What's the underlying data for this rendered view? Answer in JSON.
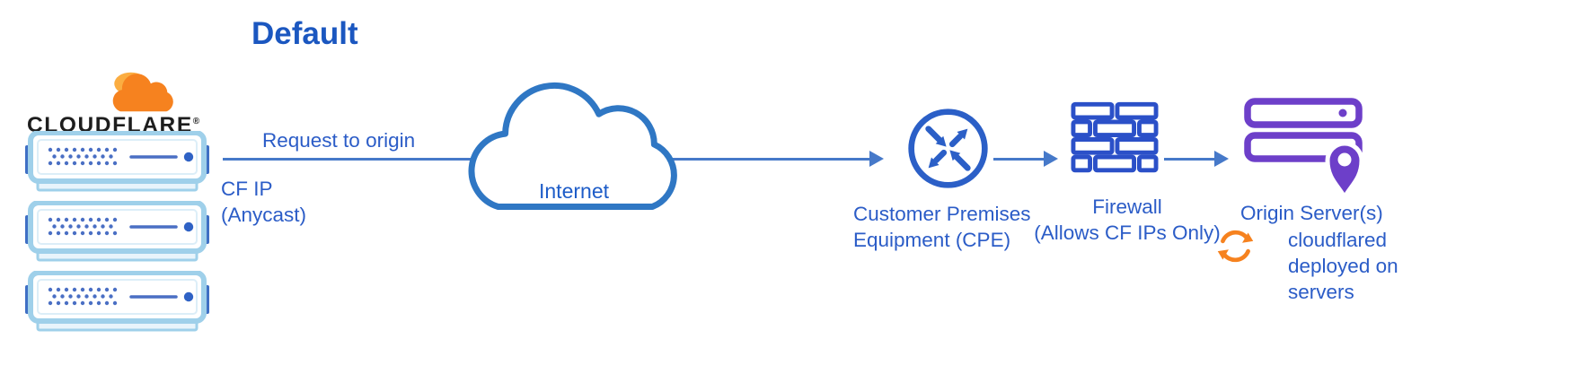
{
  "title": "Default",
  "cloudflare": {
    "wordmark": "CLOUDFLARE",
    "registered": "®"
  },
  "flow": {
    "request_label": "Request to origin",
    "cf_ip_label": "CF IP (Anycast)"
  },
  "nodes": {
    "internet": {
      "label": "Internet"
    },
    "cpe": {
      "label": "Customer Premises Equipment (CPE)"
    },
    "firewall": {
      "label": "Firewall",
      "sublabel": "(Allows CF IPs Only)"
    },
    "origin": {
      "label": "Origin Server(s)"
    },
    "cloudflared": {
      "label": "cloudflared deployed on servers"
    }
  },
  "icons": [
    "cloudflare-logo-icon",
    "server-icon",
    "internet-cloud-icon",
    "cpe-router-icon",
    "firewall-brick-icon",
    "origin-server-icon",
    "location-pin-icon",
    "cloudflared-sync-icon",
    "arrow-icon"
  ],
  "colors": {
    "cloudflare_orange": "#f6821f",
    "light_orange": "#fbad41",
    "diagram_blue": "#2b5cc7",
    "line_blue": "#4679c9",
    "cloud_stroke_blue": "#2f77c4",
    "server_border_blue": "#9fd0ea",
    "origin_purple": "#6d3fc9",
    "wordmark_black": "#1d1d1d"
  }
}
